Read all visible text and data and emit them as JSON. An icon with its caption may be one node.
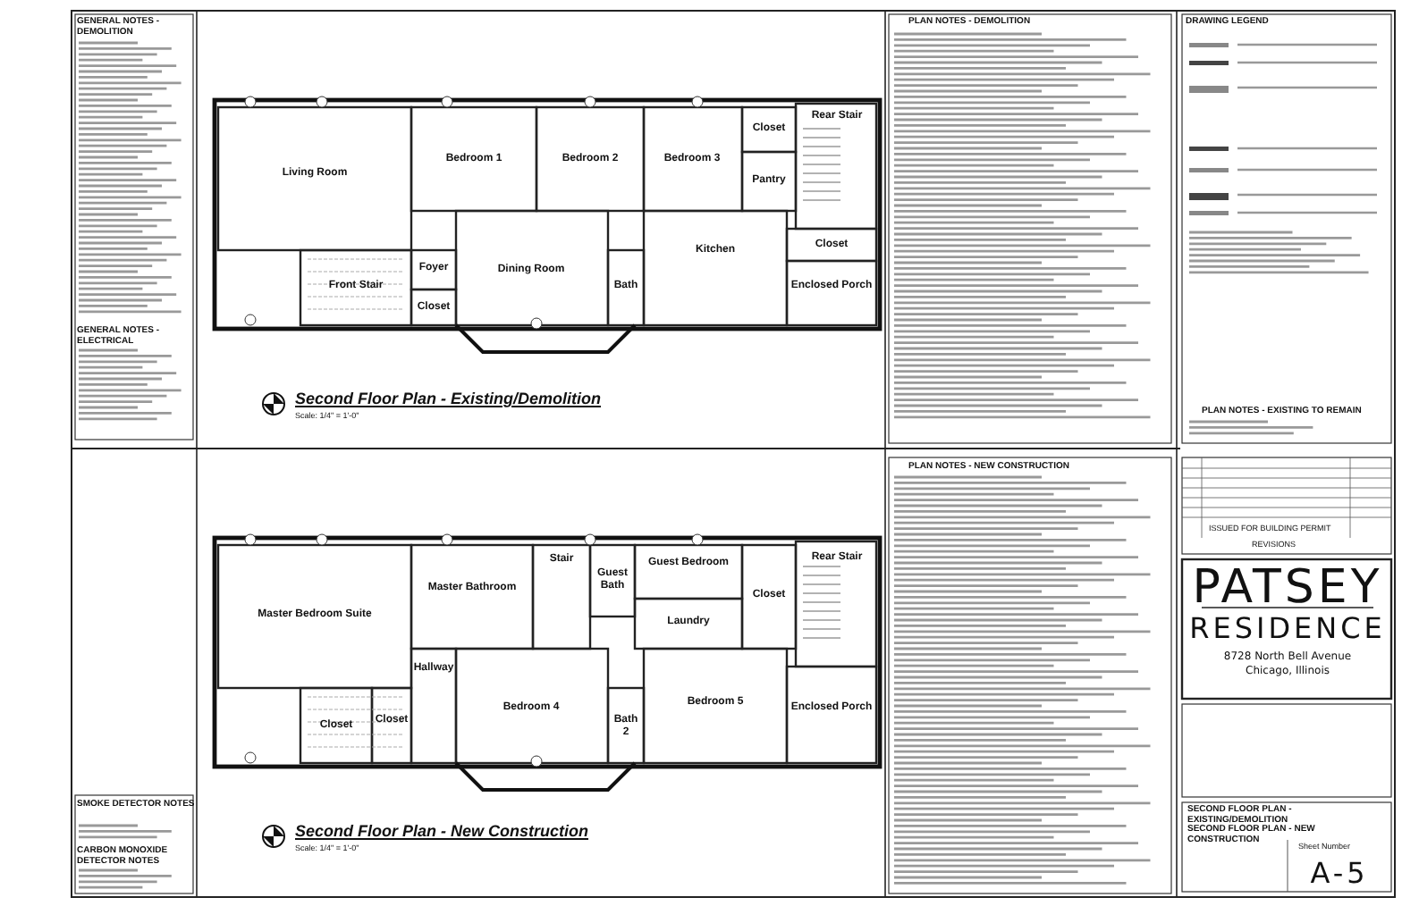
{
  "diagram": {
    "labels": [
      "GENERAL NOTES - DEMOLITION",
      "GENERAL NOTES - ELECTRICAL",
      "Living Room",
      "Bedroom 1",
      "Bedroom 2",
      "Bedroom 3",
      "Closet",
      "Pantry",
      "Rear Stair",
      "Front Stair",
      "Foyer",
      "Closet",
      "Dining Room",
      "Kitchen",
      "Closet",
      "Bath",
      "Enclosed Porch",
      "Second Floor Plan - Existing/Demolition",
      "Scale: 1/4\" = 1'-0\"",
      "PLAN NOTES - DEMOLITION",
      "DRAWING LEGEND",
      "PLAN NOTES - EXISTING TO REMAIN",
      "Master Bathroom",
      "Stair",
      "Guest Bath",
      "Guest Bedroom",
      "Closet",
      "Rear Stair",
      "Laundry",
      "Master Bedroom Suite",
      "Closet",
      "Closet",
      "Hallway",
      "Bedroom 4",
      "Bath 2",
      "Bedroom 5",
      "Enclosed Porch",
      "SMOKE DETECTOR NOTES",
      "CARBON MONOXIDE DETECTOR NOTES",
      "Second Floor Plan - New Construction",
      "Scale: 1/4\" = 1'-0\"",
      "PLAN NOTES - NEW CONSTRUCTION",
      "ISSUED FOR BUILDING PERMIT",
      "REVISIONS",
      "PATSEY",
      "RESIDENCE",
      "8728 North Bell Avenue",
      "Chicago, Illinois",
      "SECOND FLOOR PLAN - EXISTING/DEMOLITION",
      "SECOND FLOOR PLAN - NEW CONSTRUCTION",
      "Sheet Number",
      "A-5"
    ]
  }
}
